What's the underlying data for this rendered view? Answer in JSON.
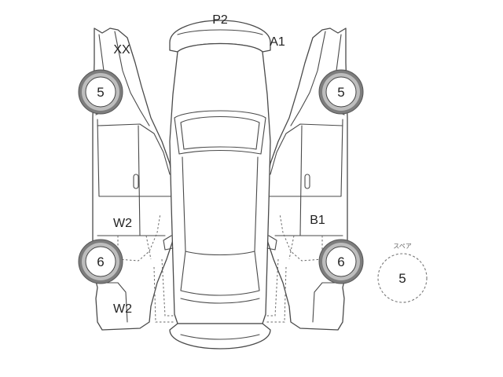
{
  "tires": {
    "front_left": "5",
    "front_right": "5",
    "rear_left": "6",
    "rear_right": "6"
  },
  "spare": {
    "caption": "スペア",
    "value": "5"
  },
  "damage_codes": {
    "rear_bumper": "P2",
    "rear_bumper_right": "A1",
    "left_rear_quarter": "XX",
    "left_front_door": "W2",
    "left_front_fender": "W2",
    "right_front_door": "B1"
  },
  "colors": {
    "line": "#4a4a4a",
    "tire_dark": "#7d7d7d",
    "tire_light": "#bdbdbd"
  }
}
